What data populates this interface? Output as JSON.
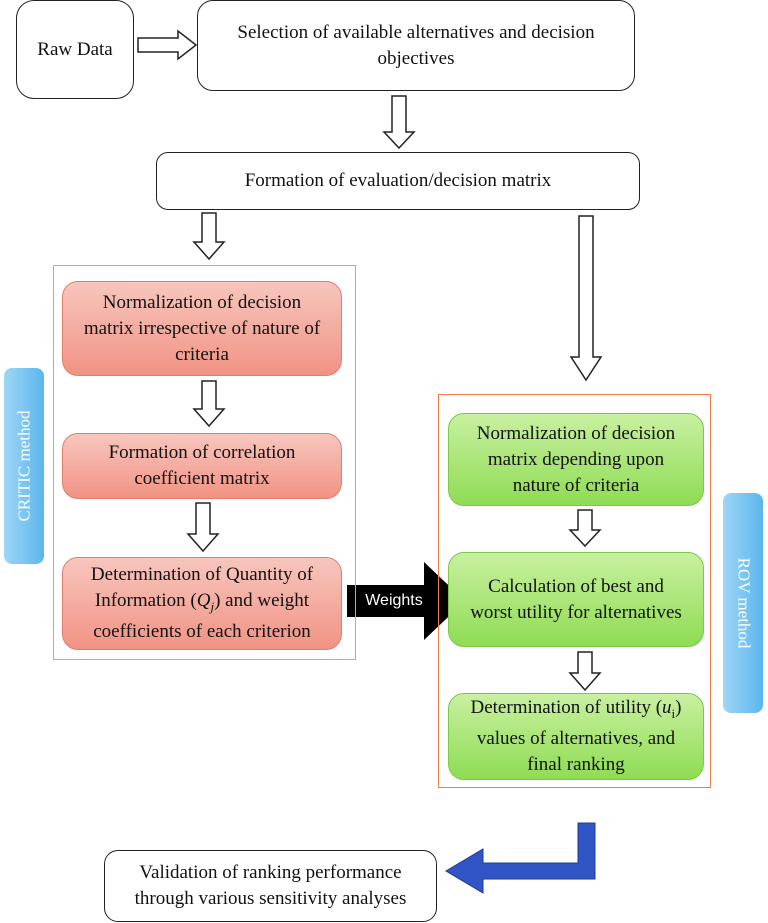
{
  "boxes": {
    "raw_data": "Raw Data",
    "selection": "Selection of available alternatives and decision objectives",
    "formation": "Formation of evaluation/decision matrix",
    "validation": "Validation of ranking performance through various sensitivity analyses"
  },
  "critic": {
    "label": "CRITIC method",
    "step1": "Normalization of decision matrix irrespective of nature of criteria",
    "step2": "Formation of correlation coefficient matrix",
    "step3_pre": "Determination of Quantity of Information (",
    "step3_sym": "Q",
    "step3_sub": "j",
    "step3_post": ") and weight coefficients of each criterion"
  },
  "rov": {
    "label": "ROV method",
    "step1": "Normalization of decision matrix depending upon nature of criteria",
    "step2": "Calculation of best and worst utility for alternatives",
    "step3_pre": "Determination of utility (",
    "step3_sym": "u",
    "step3_sub": "i",
    "step3_post": ") values of alternatives, and final ranking"
  },
  "weights_label": "Weights",
  "colors": {
    "critic_frame": "#8ed14b",
    "rov_frame": "#ef7d45",
    "critic_box": "#f19384",
    "rov_box": "#8fdc54",
    "method_tab": "#5bb6ec",
    "validation_arrow": "#2f56c6"
  }
}
